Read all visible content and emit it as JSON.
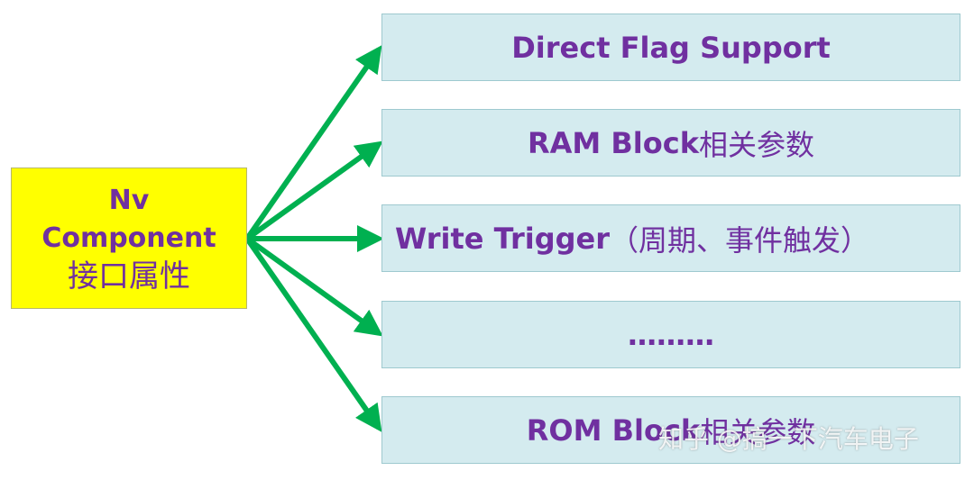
{
  "source": {
    "line1": "Nv",
    "line2": "Component",
    "line3": "接口属性"
  },
  "targets": [
    {
      "en": "Direct Flag Support",
      "cn": ""
    },
    {
      "en": "RAM Block",
      "cn": "相关参数"
    },
    {
      "en": "Write Trigger",
      "cn": " （周期、事件触发）"
    },
    {
      "en": "………",
      "cn": ""
    },
    {
      "en": "ROM Block",
      "cn": "相关参数"
    }
  ],
  "watermark": "知乎 @搞一下汽车电子",
  "colors": {
    "arrow": "#00b050",
    "source_fill": "#ffff00",
    "target_fill": "#d4ebef",
    "text": "#7030a0"
  }
}
